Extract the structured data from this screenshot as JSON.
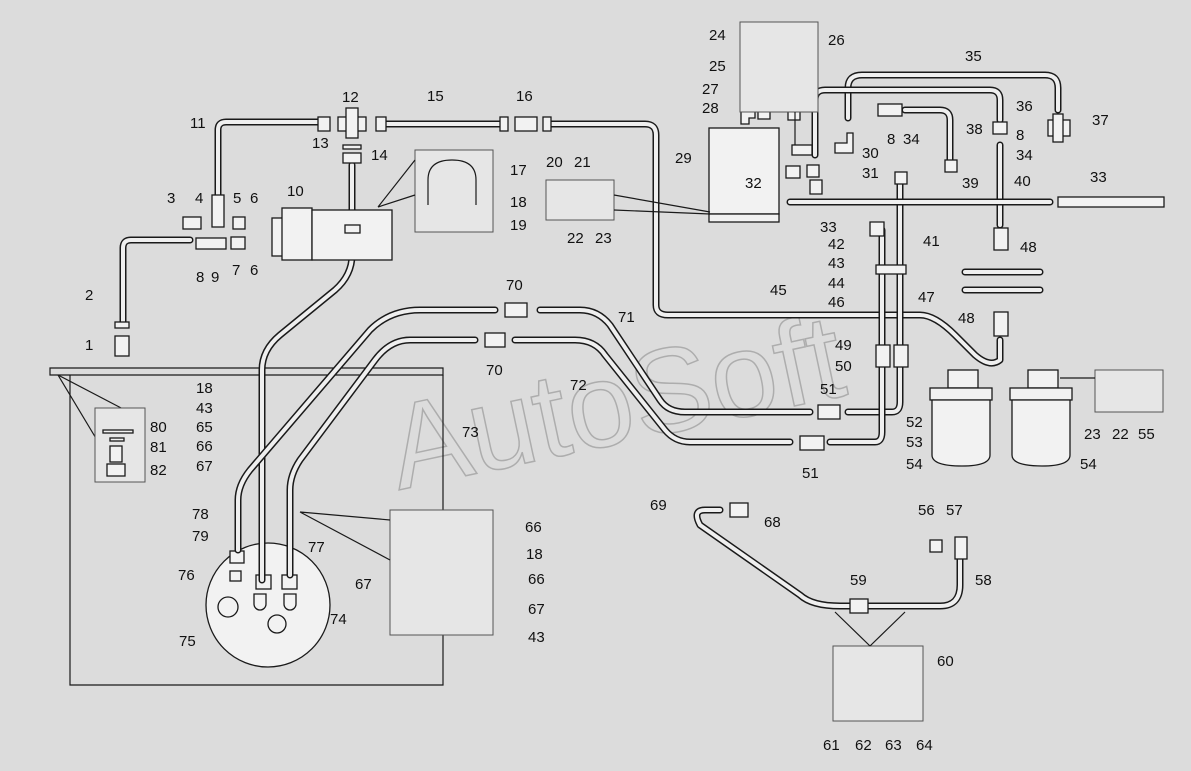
{
  "watermark": "AutoSoft",
  "callouts": [
    {
      "id": "c1",
      "text": "1"
    },
    {
      "id": "c2",
      "text": "2"
    },
    {
      "id": "c3",
      "text": "3"
    },
    {
      "id": "c4",
      "text": "4"
    },
    {
      "id": "c5",
      "text": "5"
    },
    {
      "id": "c6a",
      "text": "6"
    },
    {
      "id": "c6b",
      "text": "6"
    },
    {
      "id": "c7",
      "text": "7"
    },
    {
      "id": "c8a",
      "text": "8"
    },
    {
      "id": "c9",
      "text": "9"
    },
    {
      "id": "c10",
      "text": "10"
    },
    {
      "id": "c11",
      "text": "11"
    },
    {
      "id": "c12",
      "text": "12"
    },
    {
      "id": "c13",
      "text": "13"
    },
    {
      "id": "c14",
      "text": "14"
    },
    {
      "id": "c15",
      "text": "15"
    },
    {
      "id": "c16",
      "text": "16"
    },
    {
      "id": "c17",
      "text": "17"
    },
    {
      "id": "c18a",
      "text": "18"
    },
    {
      "id": "c19",
      "text": "19"
    },
    {
      "id": "c20",
      "text": "20"
    },
    {
      "id": "c21",
      "text": "21"
    },
    {
      "id": "c22a",
      "text": "22"
    },
    {
      "id": "c23a",
      "text": "23"
    },
    {
      "id": "c24",
      "text": "24"
    },
    {
      "id": "c25",
      "text": "25"
    },
    {
      "id": "c26",
      "text": "26"
    },
    {
      "id": "c27",
      "text": "27"
    },
    {
      "id": "c28",
      "text": "28"
    },
    {
      "id": "c29",
      "text": "29"
    },
    {
      "id": "c30",
      "text": "30"
    },
    {
      "id": "c31",
      "text": "31"
    },
    {
      "id": "c32",
      "text": "32"
    },
    {
      "id": "c33a",
      "text": "33"
    },
    {
      "id": "c33b",
      "text": "33"
    },
    {
      "id": "c34a",
      "text": "34"
    },
    {
      "id": "c8b",
      "text": "8"
    },
    {
      "id": "c8c",
      "text": "8"
    },
    {
      "id": "c34b",
      "text": "34"
    },
    {
      "id": "c35",
      "text": "35"
    },
    {
      "id": "c36",
      "text": "36"
    },
    {
      "id": "c37",
      "text": "37"
    },
    {
      "id": "c38",
      "text": "38"
    },
    {
      "id": "c39",
      "text": "39"
    },
    {
      "id": "c40",
      "text": "40"
    },
    {
      "id": "c41",
      "text": "41"
    },
    {
      "id": "c42",
      "text": "42"
    },
    {
      "id": "c43a",
      "text": "43"
    },
    {
      "id": "c44",
      "text": "44"
    },
    {
      "id": "c45",
      "text": "45"
    },
    {
      "id": "c46",
      "text": "46"
    },
    {
      "id": "c47",
      "text": "47"
    },
    {
      "id": "c48a",
      "text": "48"
    },
    {
      "id": "c48b",
      "text": "48"
    },
    {
      "id": "c49",
      "text": "49"
    },
    {
      "id": "c50",
      "text": "50"
    },
    {
      "id": "c51a",
      "text": "51"
    },
    {
      "id": "c51b",
      "text": "51"
    },
    {
      "id": "c52",
      "text": "52"
    },
    {
      "id": "c53",
      "text": "53"
    },
    {
      "id": "c54a",
      "text": "54"
    },
    {
      "id": "c54b",
      "text": "54"
    },
    {
      "id": "c23b",
      "text": "23"
    },
    {
      "id": "c22b",
      "text": "22"
    },
    {
      "id": "c55",
      "text": "55"
    },
    {
      "id": "c56",
      "text": "56"
    },
    {
      "id": "c57",
      "text": "57"
    },
    {
      "id": "c58",
      "text": "58"
    },
    {
      "id": "c59",
      "text": "59"
    },
    {
      "id": "c60",
      "text": "60"
    },
    {
      "id": "c61",
      "text": "61"
    },
    {
      "id": "c62",
      "text": "62"
    },
    {
      "id": "c63",
      "text": "63"
    },
    {
      "id": "c64",
      "text": "64"
    },
    {
      "id": "c66a",
      "text": "66"
    },
    {
      "id": "c18b",
      "text": "18"
    },
    {
      "id": "c67a",
      "text": "67"
    },
    {
      "id": "c66b",
      "text": "66"
    },
    {
      "id": "c67b",
      "text": "67"
    },
    {
      "id": "c43b",
      "text": "43"
    },
    {
      "id": "c68",
      "text": "68"
    },
    {
      "id": "c69",
      "text": "69"
    },
    {
      "id": "c70a",
      "text": "70"
    },
    {
      "id": "c70b",
      "text": "70"
    },
    {
      "id": "c71",
      "text": "71"
    },
    {
      "id": "c72",
      "text": "72"
    },
    {
      "id": "c73",
      "text": "73"
    },
    {
      "id": "c74",
      "text": "74"
    },
    {
      "id": "c75",
      "text": "75"
    },
    {
      "id": "c76",
      "text": "76"
    },
    {
      "id": "c77",
      "text": "77"
    },
    {
      "id": "c78",
      "text": "78"
    },
    {
      "id": "c79",
      "text": "79"
    },
    {
      "id": "c18c",
      "text": "18"
    },
    {
      "id": "c43c",
      "text": "43"
    },
    {
      "id": "c65",
      "text": "65"
    },
    {
      "id": "c66c",
      "text": "66"
    },
    {
      "id": "c67c",
      "text": "67"
    },
    {
      "id": "c80",
      "text": "80"
    },
    {
      "id": "c81",
      "text": "81"
    },
    {
      "id": "c82",
      "text": "82"
    }
  ]
}
